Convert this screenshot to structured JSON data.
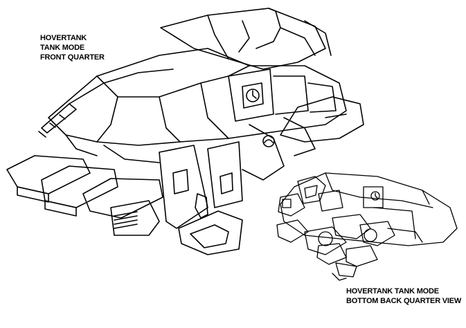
{
  "captions": {
    "main": {
      "line1": "HOVERTANK",
      "line2": "TANK MODE",
      "line3": "FRONT QUARTER"
    },
    "sub": {
      "line1": "HOVERTANK TANK MODE",
      "line2": "BOTTOM BACK QUARTER VIEW"
    }
  },
  "colors": {
    "ink": "#000000",
    "paper": "#ffffff"
  }
}
